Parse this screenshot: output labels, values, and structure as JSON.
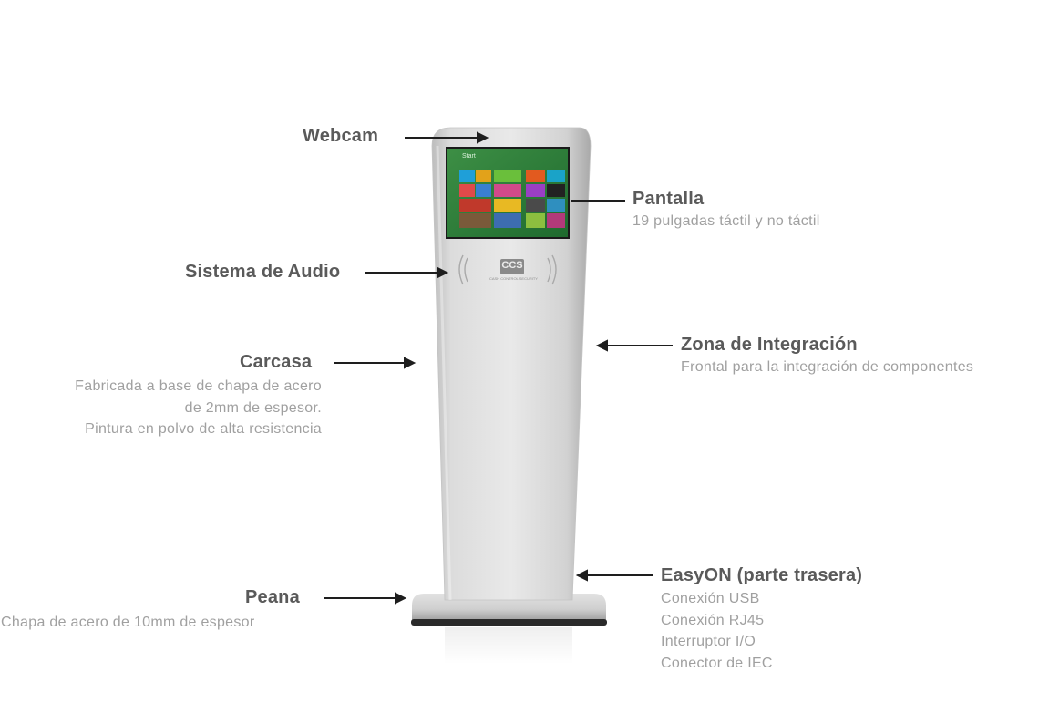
{
  "labels": {
    "webcam": {
      "title": "Webcam"
    },
    "pantalla": {
      "title": "Pantalla",
      "desc": [
        "19 pulgadas táctil y no táctil"
      ]
    },
    "audio": {
      "title": "Sistema de Audio"
    },
    "integracion": {
      "title": "Zona de Integración",
      "desc": [
        "Frontal para la integración de componentes"
      ]
    },
    "carcasa": {
      "title": "Carcasa",
      "desc": [
        "Fabricada a base de chapa de acero",
        "de 2mm de espesor.",
        "Pintura en polvo de alta resistencia"
      ]
    },
    "easyon": {
      "title": "EasyON (parte trasera)",
      "desc": [
        "Conexión USB",
        "Conexión RJ45",
        "Interruptor I/O",
        "Conector de IEC"
      ]
    },
    "peana": {
      "title": "Peana",
      "desc": [
        "Chapa de acero de 10mm de espesor"
      ]
    }
  },
  "kiosk": {
    "screen_header": "Start",
    "logo_text": "CCS",
    "logo_subtext": "CASH CONTROL SECURITY"
  },
  "colors": {
    "label_title": "#5a5a5a",
    "label_desc": "#a0a0a0",
    "arrow": "#1e1e1e",
    "screen_bg": "#2c7a3a",
    "body_light": "#e6e6e6",
    "body_dark": "#b8b8b8",
    "base": "#2a2a2a"
  }
}
